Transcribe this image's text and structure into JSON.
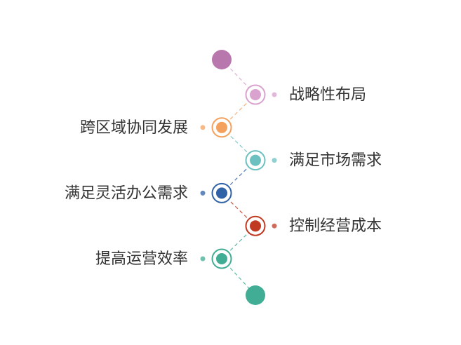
{
  "diagram": {
    "colors": {
      "start_dot": "#b978ad",
      "end_dot": "#40ad94"
    },
    "steps": [
      {
        "label": "战略性布局",
        "side": "right",
        "color": "#d9a2cf"
      },
      {
        "label": "跨区域协同发展",
        "side": "left",
        "color": "#f4a15e"
      },
      {
        "label": "满足市场需求",
        "side": "right",
        "color": "#6cc0c0"
      },
      {
        "label": "满足灵活办公需求",
        "side": "left",
        "color": "#2f62a6"
      },
      {
        "label": "控制经营成本",
        "side": "right",
        "color": "#c03a22"
      },
      {
        "label": "提高运营效率",
        "side": "left",
        "color": "#40ad94"
      }
    ]
  }
}
